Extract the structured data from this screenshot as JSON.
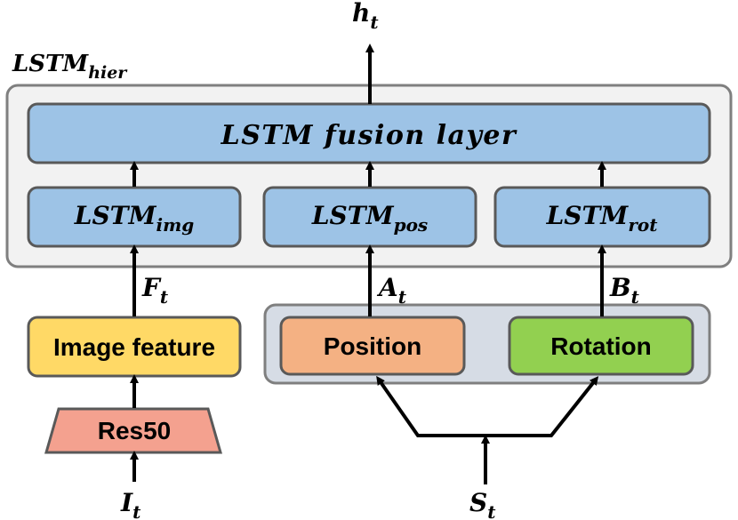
{
  "colors": {
    "outer_fill": "#f2f2f2",
    "outer_stroke": "#7f7f7f",
    "lstm_fill": "#9dc3e6",
    "image_feature_fill": "#ffd966",
    "res50_fill": "#f4a18f",
    "position_fill": "#f4b183",
    "rotation_fill": "#92d050",
    "input_group_fill": "#d6dce5",
    "arrow": "#000000"
  },
  "labels": {
    "output": {
      "main": "h",
      "sub": "t"
    },
    "hier": {
      "main": "LSTM",
      "sub": "hier"
    },
    "fusion": "LSTM fusion layer",
    "lstm_img": {
      "main": "LSTM",
      "sub": "img"
    },
    "lstm_pos": {
      "main": "LSTM",
      "sub": "pos"
    },
    "lstm_rot": {
      "main": "LSTM",
      "sub": "rot"
    },
    "f_t": {
      "main": "F",
      "sub": "t"
    },
    "a_t": {
      "main": "A",
      "sub": "t"
    },
    "b_t": {
      "main": "B",
      "sub": "t"
    },
    "image_feature": "Image feature",
    "position": "Position",
    "rotation": "Rotation",
    "res50": "Res50",
    "input_i": {
      "main": "I",
      "sub": "t"
    },
    "input_s": {
      "main": "S",
      "sub": "t"
    }
  }
}
